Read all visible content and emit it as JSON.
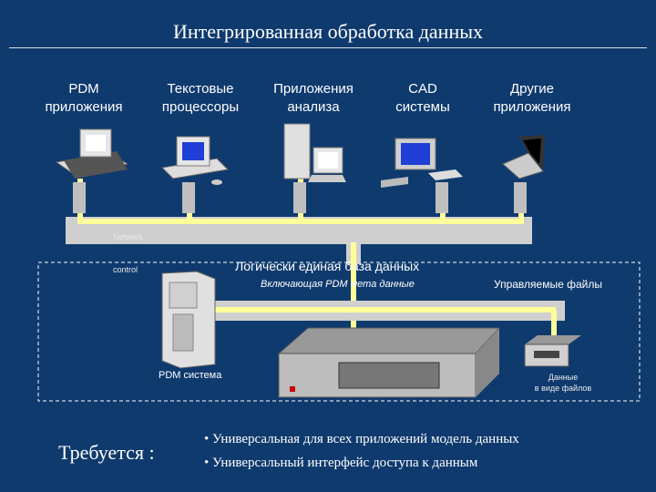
{
  "title": "Интегрированная обработка данных",
  "categories": [
    {
      "label": "PDM\nприложения"
    },
    {
      "label": "Текстовые\nпроцессоры"
    },
    {
      "label": "Приложения\nанализа"
    },
    {
      "label": "CAD\nсистемы"
    },
    {
      "label": "Другие\nприложения"
    }
  ],
  "network_label": "Network",
  "control_label": "control",
  "database": {
    "title": "Логически единая база данных",
    "subtitle": "Включающая PDM мета данные"
  },
  "managed_files": "Управляемые файлы",
  "pdm_system": "PDM система",
  "file_data": "Данные\nв виде файлов",
  "required": "Требуется :",
  "bullets": [
    "Универсальная для всех приложений модель данных",
    "Универсальный интерфейс доступа к данным"
  ],
  "colors": {
    "background": "#0f3a6e",
    "cable": "#ffff99",
    "network": "#cfcfcf"
  }
}
